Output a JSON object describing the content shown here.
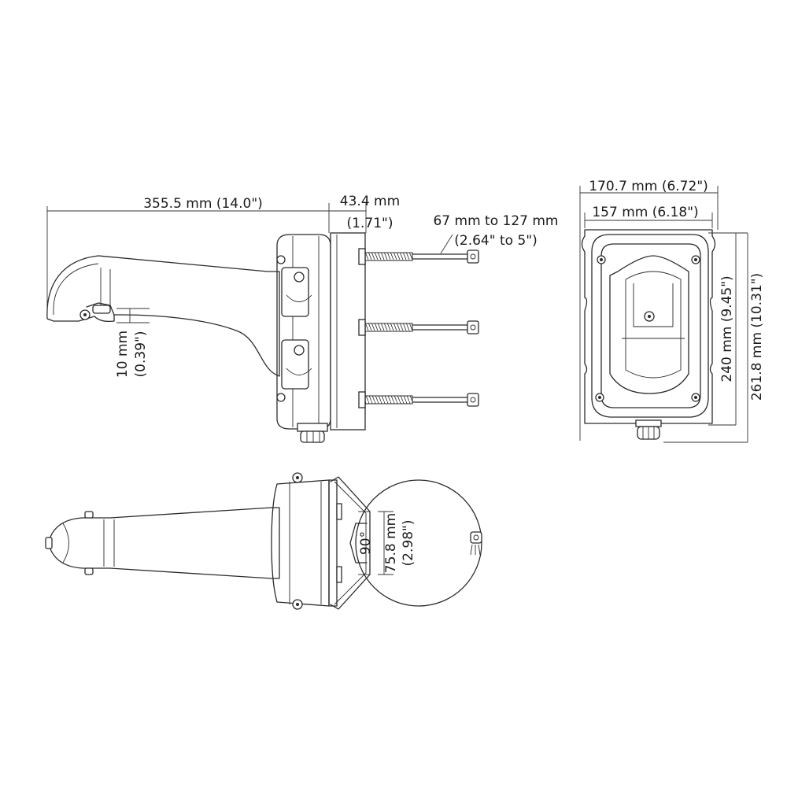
{
  "dimensions": {
    "arm_length": "355.5 mm (14.0\")",
    "box_depth_mm": "43.4 mm",
    "box_depth_in": "(1.71\")",
    "pole_range_mm": "67 mm to 127 mm",
    "pole_range_in": "(2.64\" to 5\")",
    "drop_mm": "10 mm",
    "drop_in": "(0.39\")",
    "outer_width": "170.7 mm (6.72\")",
    "inner_width": "157 mm (6.18\")",
    "inner_height": "240 mm (9.45\")",
    "outer_height": "261.8 mm (10.31\")",
    "angle": "90°",
    "pole_min_mm": "75.8 mm",
    "pole_min_in": "(2.98\")"
  }
}
